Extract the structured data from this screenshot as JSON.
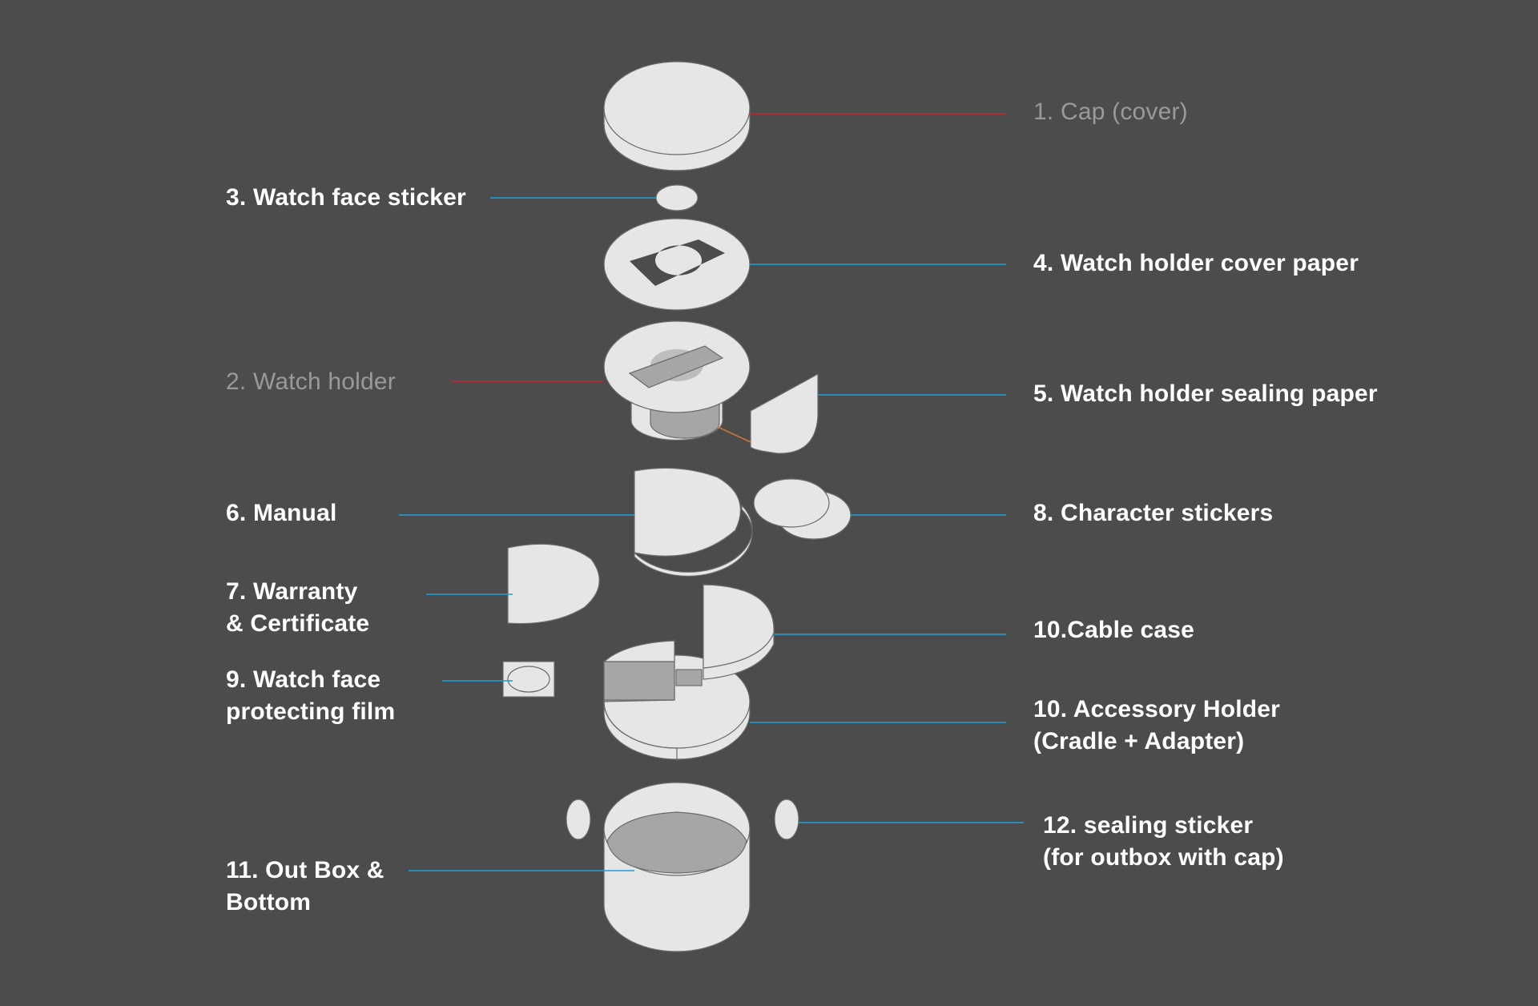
{
  "colors": {
    "background": "#4c4c4c",
    "part_fill": "#e6e6e6",
    "part_shade": "#a6a6a6",
    "part_stroke": "#6a6a6a",
    "leader_blue": "#1da1d8",
    "leader_red": "#c8202c",
    "leader_orange": "#c8763a",
    "label_primary": "#ffffff",
    "label_muted": "#9a9a9a"
  },
  "labels": {
    "cap": "1. Cap (cover)",
    "watch_holder": "2. Watch holder",
    "watch_face_sticker": "3. Watch face sticker",
    "holder_cover_paper": "4. Watch holder cover paper",
    "holder_sealing_paper": "5. Watch holder sealing paper",
    "manual": "6. Manual",
    "warranty_line1": "7. Warranty",
    "warranty_line2": "& Certificate",
    "character_stickers": "8. Character stickers",
    "protecting_film_line1": "9. Watch face",
    "protecting_film_line2": "protecting film",
    "cable_case": "10.Cable case",
    "accessory_holder_line1": "10. Accessory Holder",
    "accessory_holder_line2": "(Cradle + Adapter)",
    "out_box_line1": "11. Out Box &",
    "out_box_line2": "Bottom",
    "sealing_sticker_line1": "12. sealing sticker",
    "sealing_sticker_line2": "(for outbox with cap)"
  },
  "parts": [
    {
      "id": "cap",
      "leader": "red"
    },
    {
      "id": "watch-holder",
      "leader": "red"
    },
    {
      "id": "watch-face-sticker",
      "leader": "blue"
    },
    {
      "id": "holder-cover-paper",
      "leader": "blue"
    },
    {
      "id": "holder-sealing-paper",
      "leader": "blue"
    },
    {
      "id": "manual",
      "leader": "blue"
    },
    {
      "id": "warranty",
      "leader": "blue"
    },
    {
      "id": "character-stickers",
      "leader": "blue"
    },
    {
      "id": "protecting-film",
      "leader": "blue"
    },
    {
      "id": "cable-case",
      "leader": "blue"
    },
    {
      "id": "accessory-holder",
      "leader": "blue"
    },
    {
      "id": "out-box",
      "leader": "blue"
    },
    {
      "id": "sealing-sticker",
      "leader": "blue"
    }
  ]
}
